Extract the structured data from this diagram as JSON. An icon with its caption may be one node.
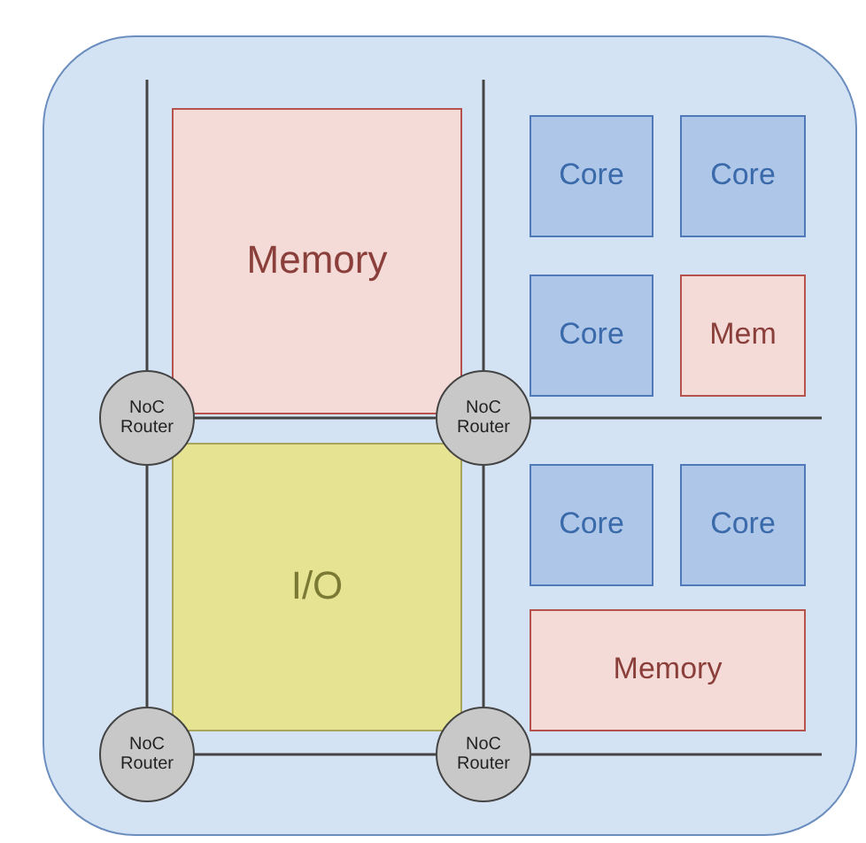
{
  "diagram": {
    "nodes": [
      {
        "text": [],
        "shape": "box"
      },
      {
        "text": [
          "Memory"
        ],
        "in": 0
      },
      {
        "text": [
          "Core"
        ],
        "in": 0
      },
      {
        "text": [
          "Core"
        ],
        "in": 0
      },
      {
        "text": [
          "Core"
        ],
        "in": 0
      },
      {
        "text": [
          "Mem"
        ],
        "in": 0
      },
      {
        "text": [
          "NoC Router"
        ],
        "in": 0
      },
      {
        "text": [
          "NoC Router"
        ],
        "in": 0
      },
      {
        "text": [
          "I/O"
        ],
        "in": 0
      },
      {
        "text": [
          "Core"
        ],
        "in": 0
      },
      {
        "text": [
          "Core"
        ],
        "in": 0
      },
      {
        "text": [
          "Memory"
        ],
        "in": 0
      },
      {
        "text": [
          "NoC Router"
        ],
        "in": 0
      },
      {
        "text": [
          "NoC Router"
        ],
        "in": 0
      }
    ],
    "edges": [
      {
        "from": null,
        "to": 6,
        "arrow": "none"
      },
      {
        "from": null,
        "to": 7,
        "arrow": "none"
      },
      {
        "from": 6,
        "to": 7,
        "arrow": "none"
      },
      {
        "from": 7,
        "to": null,
        "arrow": "none"
      },
      {
        "from": 6,
        "to": 12,
        "arrow": "none"
      },
      {
        "from": 7,
        "to": 13,
        "arrow": "none"
      },
      {
        "from": 12,
        "to": 13,
        "arrow": "none"
      },
      {
        "from": 13,
        "to": null,
        "arrow": "none"
      }
    ]
  }
}
